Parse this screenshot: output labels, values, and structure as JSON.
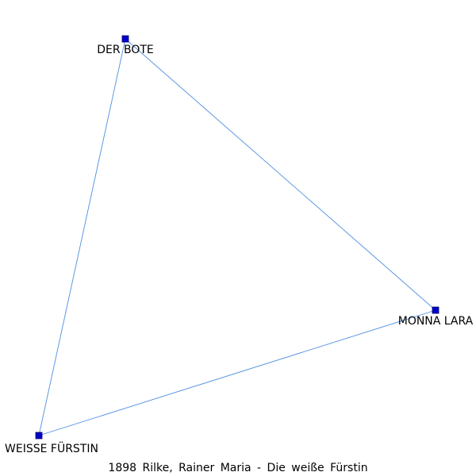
{
  "caption": "1898 Rilke, Rainer Maria - Die weiße Fürstin",
  "colors": {
    "edge": "#4f8fe0",
    "node": "#0000cc"
  },
  "graph": {
    "nodes": [
      {
        "id": "der-bote",
        "label": "DER BOTE"
      },
      {
        "id": "monna-lara",
        "label": "MONNA LARA"
      },
      {
        "id": "weisse-fuerstin",
        "label": "WEISSE FÜRSTIN"
      }
    ],
    "edges": [
      {
        "source": "der-bote",
        "target": "monna-lara"
      },
      {
        "source": "der-bote",
        "target": "weisse-fuerstin"
      },
      {
        "source": "monna-lara",
        "target": "weisse-fuerstin"
      }
    ]
  }
}
